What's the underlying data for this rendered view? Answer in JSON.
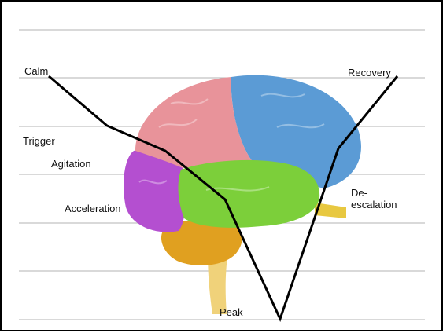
{
  "labels": {
    "calm": "Calm",
    "trigger": "Trigger",
    "agitation": "Agitation",
    "acceleration": "Acceleration",
    "peak": "Peak",
    "deescalation": "De-\nescalation",
    "recovery": "Recovery"
  },
  "colors": {
    "gridline": "#b3b3b3",
    "curve": "#000000",
    "frontal_lobe": "#e8939a",
    "parietal_lobe": "#5b9bd5",
    "temporal_lobe": "#7ccf3a",
    "occipital_lobe": "#b44fd0",
    "cerebellum": "#e0a020",
    "brain_stem": "#f0d27a"
  },
  "image": {
    "subject": "brain-lateral-view-colored-lobes"
  }
}
